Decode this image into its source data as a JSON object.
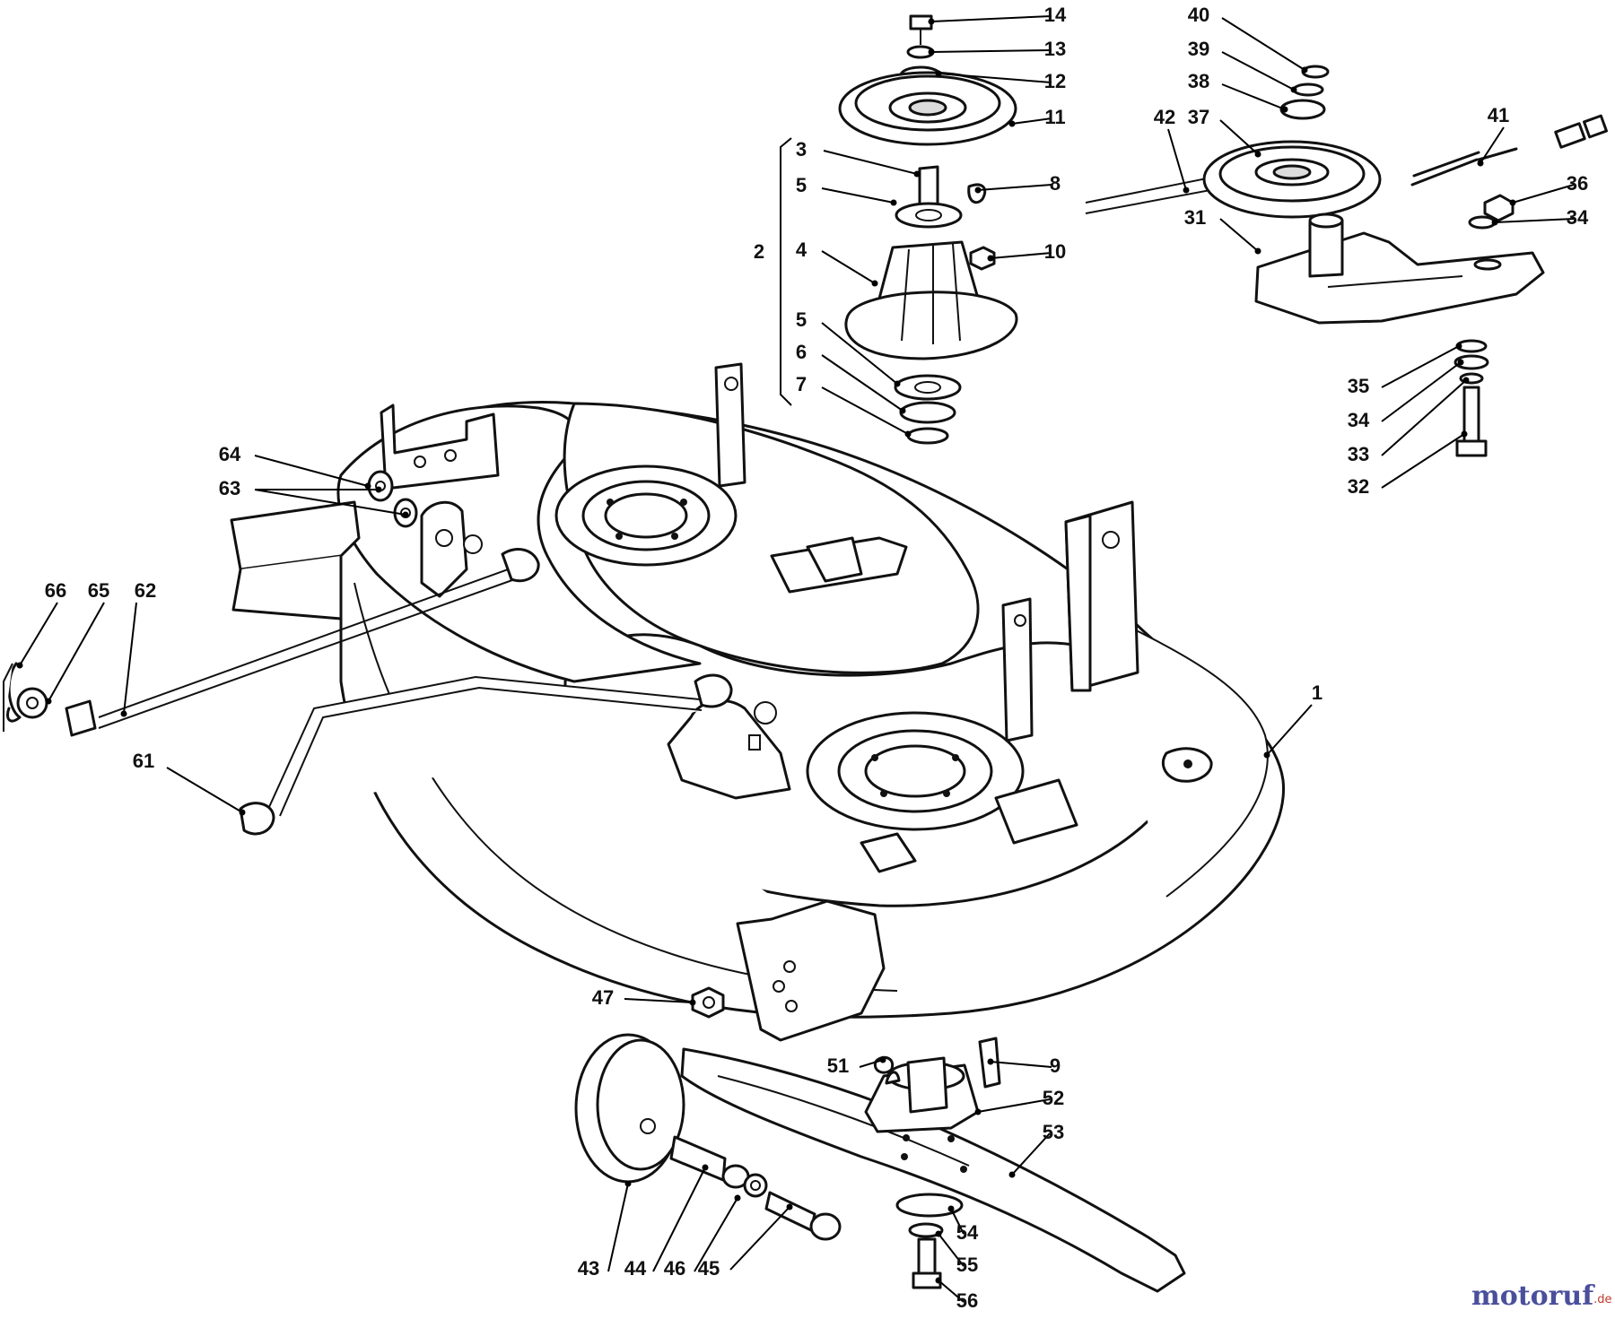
{
  "diagram": {
    "watermark": {
      "brand": "motoruf",
      "suffix": ".de",
      "brand_color": "#4a4f9c",
      "accent_color": "#c0392b"
    },
    "callouts": [
      {
        "id": "c-1",
        "label": "1"
      },
      {
        "id": "c-2",
        "label": "2"
      },
      {
        "id": "c-3",
        "label": "3"
      },
      {
        "id": "c-4",
        "label": "4"
      },
      {
        "id": "c-5a",
        "label": "5"
      },
      {
        "id": "c-5b",
        "label": "5"
      },
      {
        "id": "c-6",
        "label": "6"
      },
      {
        "id": "c-7",
        "label": "7"
      },
      {
        "id": "c-8",
        "label": "8"
      },
      {
        "id": "c-9",
        "label": "9"
      },
      {
        "id": "c-10",
        "label": "10"
      },
      {
        "id": "c-11",
        "label": "11"
      },
      {
        "id": "c-12",
        "label": "12"
      },
      {
        "id": "c-13",
        "label": "13"
      },
      {
        "id": "c-14",
        "label": "14"
      },
      {
        "id": "c-31",
        "label": "31"
      },
      {
        "id": "c-32",
        "label": "32"
      },
      {
        "id": "c-33",
        "label": "33"
      },
      {
        "id": "c-34a",
        "label": "34"
      },
      {
        "id": "c-34b",
        "label": "34"
      },
      {
        "id": "c-35",
        "label": "35"
      },
      {
        "id": "c-36",
        "label": "36"
      },
      {
        "id": "c-37",
        "label": "37"
      },
      {
        "id": "c-38",
        "label": "38"
      },
      {
        "id": "c-39",
        "label": "39"
      },
      {
        "id": "c-40",
        "label": "40"
      },
      {
        "id": "c-41",
        "label": "41"
      },
      {
        "id": "c-42",
        "label": "42"
      },
      {
        "id": "c-43",
        "label": "43"
      },
      {
        "id": "c-44",
        "label": "44"
      },
      {
        "id": "c-45",
        "label": "45"
      },
      {
        "id": "c-46",
        "label": "46"
      },
      {
        "id": "c-47",
        "label": "47"
      },
      {
        "id": "c-51",
        "label": "51"
      },
      {
        "id": "c-52",
        "label": "52"
      },
      {
        "id": "c-53",
        "label": "53"
      },
      {
        "id": "c-54",
        "label": "54"
      },
      {
        "id": "c-55",
        "label": "55"
      },
      {
        "id": "c-56",
        "label": "56"
      },
      {
        "id": "c-61",
        "label": "61"
      },
      {
        "id": "c-62",
        "label": "62"
      },
      {
        "id": "c-63",
        "label": "63"
      },
      {
        "id": "c-64",
        "label": "64"
      },
      {
        "id": "c-65",
        "label": "65"
      },
      {
        "id": "c-66",
        "label": "66"
      }
    ]
  }
}
